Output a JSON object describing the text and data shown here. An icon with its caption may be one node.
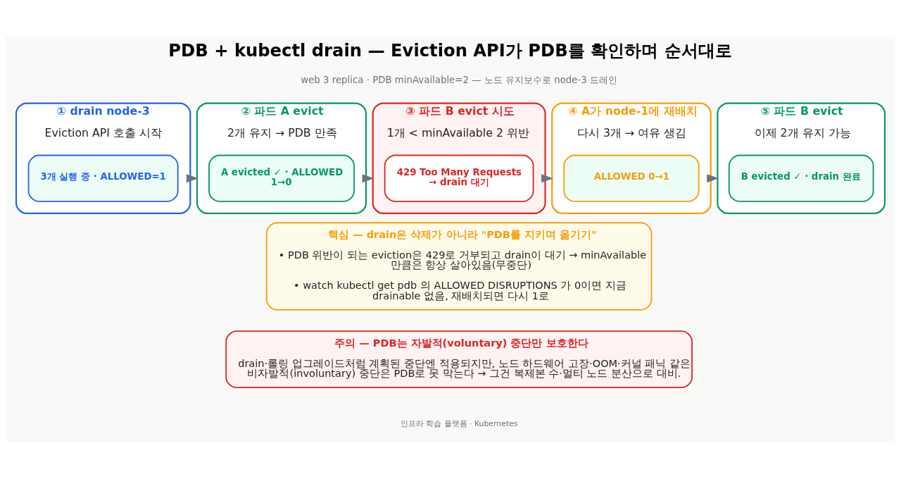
{
  "diagram": {
    "title": "PDB + kubectl drain — Eviction API가 PDB를 확인하며 순서대로",
    "nodes": [
      {
        "text": [
          "① drain node-3",
          "Eviction API 호출 시작"
        ]
      },
      {
        "text": [
          "3개 실행 중 · ALLOWED=1"
        ],
        "in": 0
      },
      {
        "text": [
          "② 파드 A evict",
          "2개 유지 → PDB 만족"
        ]
      },
      {
        "text": [
          "A evicted ✓ · ALLOWED 1→0"
        ],
        "in": 2
      },
      {
        "text": [
          "③ 파드 B evict 시도",
          "1개 < minAvailable 2 위반"
        ]
      },
      {
        "text": [
          "429 Too Many Requests → drain 대기"
        ],
        "in": 4
      },
      {
        "text": [
          "④ A가 node-1에 재배치",
          "다시 3개 → 여유 생김"
        ]
      },
      {
        "text": [
          "ALLOWED 0→1"
        ],
        "in": 6
      },
      {
        "text": [
          "⑤ 파드 B evict",
          "이제 2개 유지 가능"
        ]
      },
      {
        "text": [
          "B evicted ✓ · drain 완료"
        ],
        "in": 8
      },
      {
        "text": [
          "핵심 — drain은 삭제가 아니라 \"PDB를 지키며 옮기기\"",
          "• PDB 위반이 되는 eviction은 429로 거부되고 drain이 대기 → minAvailable 만큼은 항상 살아있음(무중단)",
          "• watch kubectl get pdb 의 ALLOWED DISRUPTIONS 가 0이면 지금 drainable 없음, 재배치되면 다시 1로"
        ]
      },
      {
        "text": [
          "주의 — PDB는 자발적(voluntary) 중단만 보호한다",
          "drain·롤링 업그레이드처럼 계획된 중단엔 적용되지만, 노드 하드웨어 고장·OOM·커널 패닉 같은 비자발적(involuntary) 중단은 PDB로 못 막는다 → 그건 복제본 수·멀티 노드 분산으로 대비."
        ]
      }
    ],
    "edges": [
      {
        "from": 0,
        "to": 2,
        "arrow": "to"
      },
      {
        "from": 2,
        "to": 4,
        "arrow": "to"
      },
      {
        "from": 4,
        "to": 6,
        "arrow": "to"
      },
      {
        "from": 6,
        "to": 8,
        "arrow": "to"
      }
    ],
    "labels": [
      "web 3 replica · PDB minAvailable=2 — 노드 유지보수로 node-3 드레인",
      "인프라 학습 플랫폼 · Kubernetes"
    ]
  }
}
